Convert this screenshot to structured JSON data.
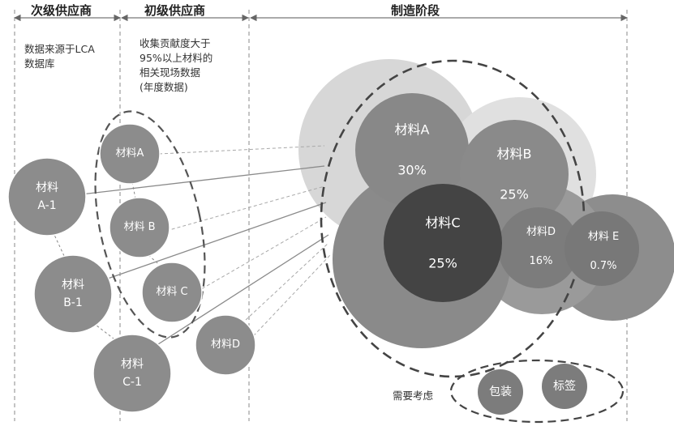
{
  "headers": {
    "secondary": "次级供应商",
    "primary": "初级供应商",
    "manufacturing": "制造阶段"
  },
  "notes": {
    "secondary": "数据来源于LCA\n数据库",
    "primary": "收集贡献度大于\n95%以上材料的\n相关现场数据\n(年度数据)"
  },
  "secondary_suppliers": [
    {
      "label": "材料\nA-1"
    },
    {
      "label": "材料\nB-1"
    },
    {
      "label": "材料\nC-1"
    }
  ],
  "primary_suppliers": [
    {
      "label": "材料A"
    },
    {
      "label": "材料 B"
    },
    {
      "label": "材料 C"
    },
    {
      "label": "材料D"
    }
  ],
  "manufacturing_materials": [
    {
      "name": "材料A",
      "share": "30%"
    },
    {
      "name": "材料B",
      "share": "25%"
    },
    {
      "name": "材料C",
      "share": "25%"
    },
    {
      "name": "材料D",
      "share": "16%"
    },
    {
      "name": "材料 E",
      "share": "0.7%"
    }
  ],
  "consider": {
    "label": "需要考虑",
    "items": [
      "包装",
      "标签"
    ]
  },
  "colors": {
    "gray_light": "#d4d4d4",
    "gray_mid": "#8c8c8c",
    "gray_dark": "#454545"
  }
}
